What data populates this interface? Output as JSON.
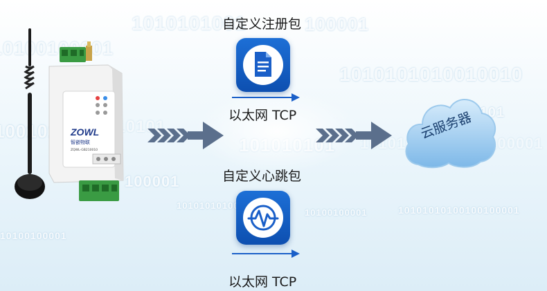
{
  "top_block": {
    "title": "自定义注册包",
    "link": "以太网 TCP",
    "icon": "document-icon"
  },
  "bottom_block": {
    "title": "自定义心跳包",
    "link": "以太网 TCP",
    "icon": "heartbeat-pulse-icon"
  },
  "cloud": {
    "label": "云服务器"
  },
  "device": {
    "brand_logo": "ZOWL",
    "brand_text": "智嵌物联",
    "model": "ZQWL-GB210010"
  },
  "background_binary": {
    "row1": "1010101001",
    "row2": "10100100001",
    "row3": "1010101010010010",
    "row4": "101010101",
    "row5": "100001",
    "row6": "10101010100100100001",
    "row7": "101010101",
    "row8": "10100100001",
    "row9": "1001010",
    "row10": "101010101001",
    "row11": "100001",
    "row12": "10101010100100100001",
    "row13": "10100100001",
    "row14": "101010101"
  },
  "colors": {
    "accent_blue": "#1a5fc8",
    "arrow_slate": "#5b6f8c",
    "cloud_blue": "#8cc3ec"
  }
}
